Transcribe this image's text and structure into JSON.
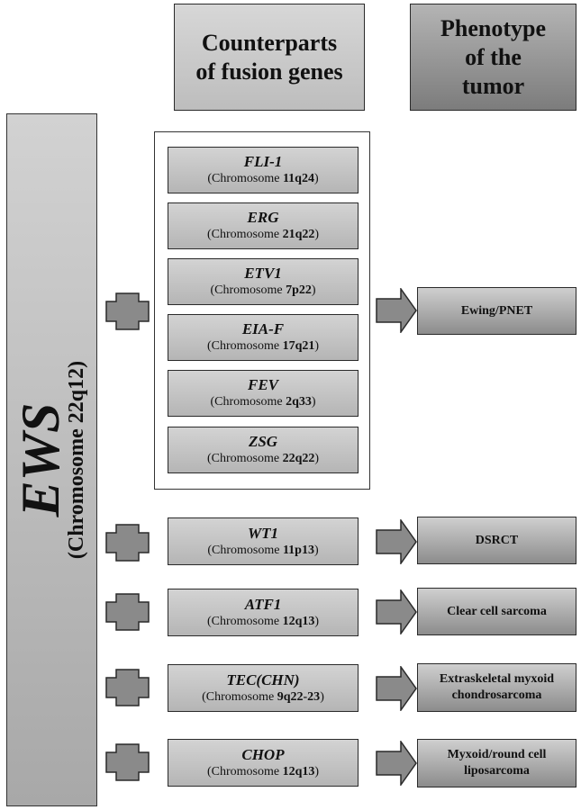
{
  "header": {
    "counterparts_line1": "Counterparts",
    "counterparts_line2": "of fusion genes",
    "phenotype_line1": "Phenotype",
    "phenotype_line2": "of the",
    "phenotype_line3": "tumor"
  },
  "ews": {
    "name": "EWS",
    "chromosome": "(Chromosome 22q12)"
  },
  "chrom_prefix": "(Chromosome ",
  "chrom_suffix": ")",
  "ewing_group": {
    "genes": [
      {
        "name": "FLI-1",
        "locus": "11q24"
      },
      {
        "name": "ERG",
        "locus": "21q22"
      },
      {
        "name": "ETV1",
        "locus": "7p22"
      },
      {
        "name": "EIA-F",
        "locus": "17q21"
      },
      {
        "name": "FEV",
        "locus": "2q33"
      },
      {
        "name": "ZSG",
        "locus": "22q22"
      }
    ],
    "phenotype": "Ewing/PNET"
  },
  "single": [
    {
      "gene": "WT1",
      "locus": "11p13",
      "phenotype_line1": "DSRCT",
      "phenotype_line2": ""
    },
    {
      "gene": "ATF1",
      "locus": "12q13",
      "phenotype_line1": "Clear cell sarcoma",
      "phenotype_line2": ""
    },
    {
      "gene": "TEC(CHN)",
      "locus": "9q22-23",
      "phenotype_line1": "Extraskeletal myxoid",
      "phenotype_line2": "chondrosarcoma"
    },
    {
      "gene": "CHOP",
      "locus": "12q13",
      "phenotype_line1": "Myxoid/round cell",
      "phenotype_line2": "liposarcoma"
    }
  ],
  "colors": {
    "plus_fill": "#8a8a8a",
    "arrow_fill": "#8a8a8a",
    "outline": "#2a2a2a"
  }
}
